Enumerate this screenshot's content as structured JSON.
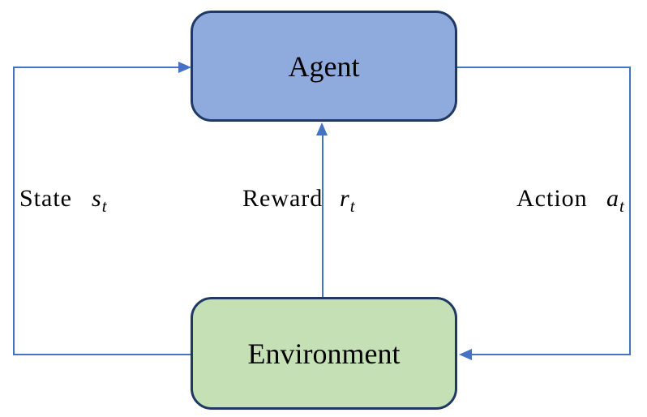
{
  "colors": {
    "background": "#FFFFFF",
    "arrow": "#4472C4",
    "text": "#000000",
    "agent_fill": "#8FAADC",
    "agent_border": "#1F3864",
    "environment_fill": "#C5E0B4",
    "environment_border": "#1F3864"
  },
  "nodes": {
    "agent": {
      "label": "Agent"
    },
    "environment": {
      "label": "Environment"
    }
  },
  "edges": {
    "state": {
      "word": "State",
      "variable": "s",
      "subscript": "t",
      "from": "environment",
      "to": "agent"
    },
    "reward": {
      "word": "Reward",
      "variable": "r",
      "subscript": "t",
      "from": "environment",
      "to": "agent"
    },
    "action": {
      "word": "Action",
      "variable": "a",
      "subscript": "t",
      "from": "agent",
      "to": "environment"
    }
  }
}
